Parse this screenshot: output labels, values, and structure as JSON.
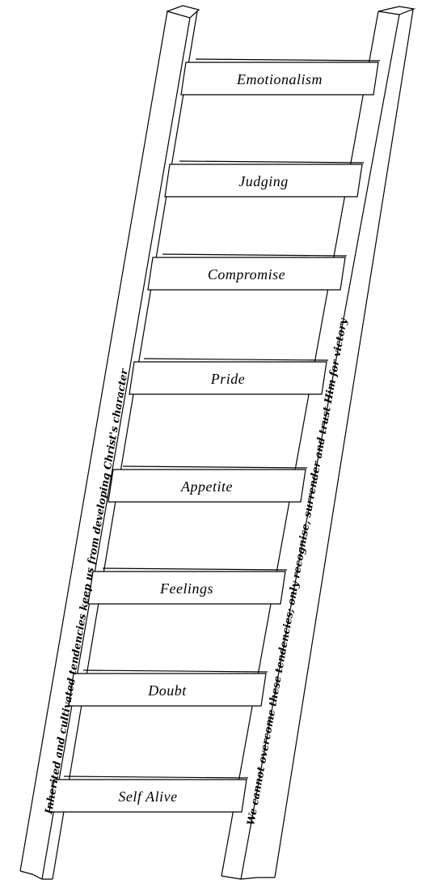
{
  "rungs": [
    "Emotionalism",
    "Judging",
    "Compromise",
    "Pride",
    "Appetite",
    "Feelings",
    "Doubt",
    "Self Alive"
  ],
  "left_rail_text": "Inherited and cultivated tendencies keep us from developing Christ's character",
  "right_rail_text": "We cannot overcome these tendencies; only recognise, surrender and trust Him for victory"
}
